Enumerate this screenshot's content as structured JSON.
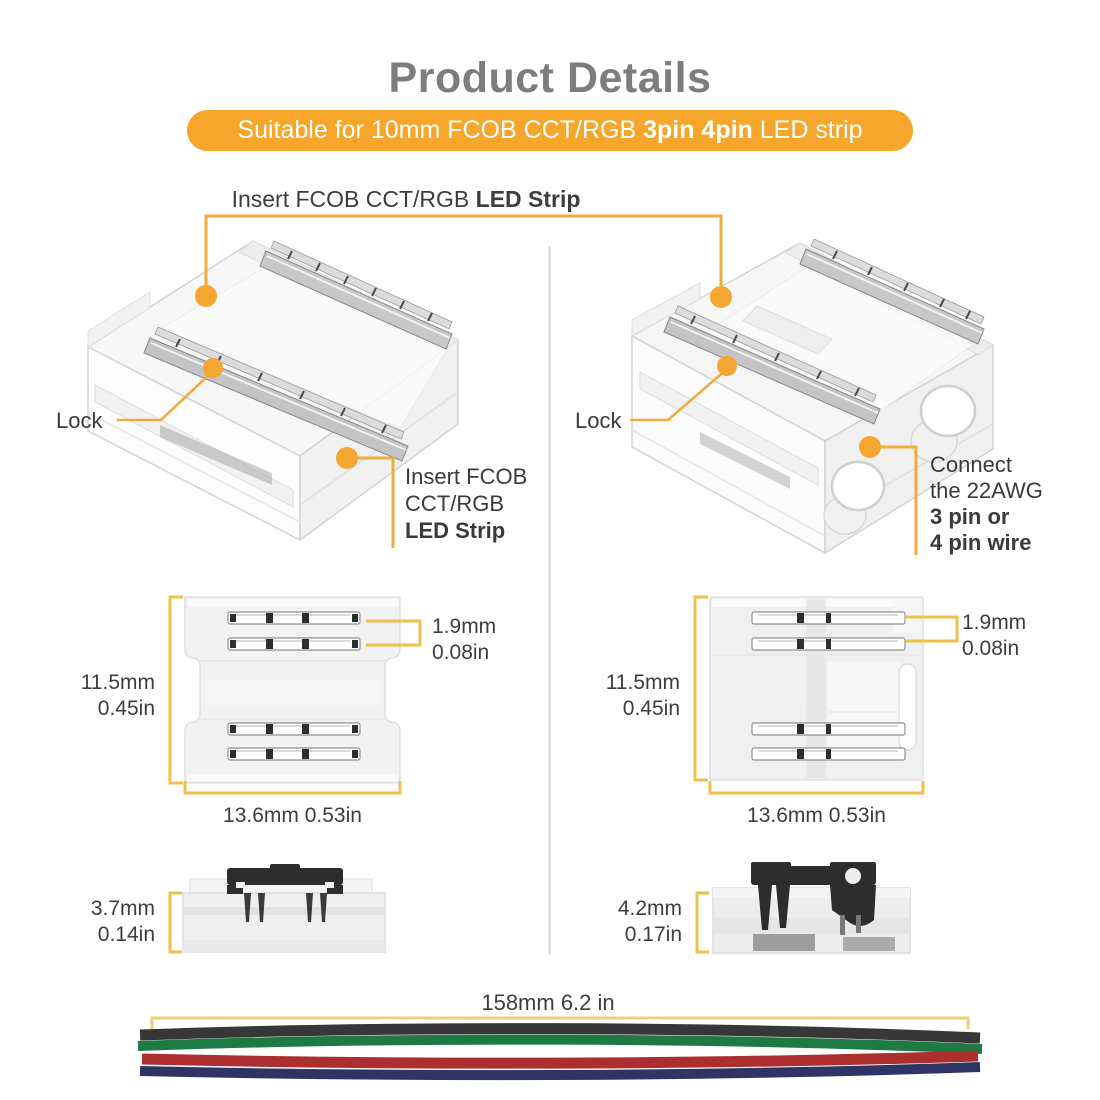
{
  "page": {
    "title": "Product Details"
  },
  "banner": {
    "prefix": "Suitable for 10mm FCOB CCT/RGB ",
    "bold": "3pin 4pin",
    "suffix": " LED strip"
  },
  "top_callout": {
    "prefix": "Insert FCOB CCT/RGB ",
    "bold": "LED Strip"
  },
  "left_connector": {
    "lock_label": "Lock",
    "insert_label": {
      "line1": "Insert FCOB",
      "line2": "CCT/RGB",
      "line3_bold": "LED Strip"
    }
  },
  "right_connector": {
    "lock_label": "Lock",
    "connect_label": {
      "line1": "Connect",
      "line2": "the 22AWG",
      "line3_bold": "3 pin or",
      "line4_bold": "4 pin wire"
    }
  },
  "left_diagram": {
    "height_mm": "11.5mm",
    "height_in": "0.45in",
    "gap_mm": "1.9mm",
    "gap_in": "0.08in",
    "width_label": "13.6mm 0.53in",
    "thickness_mm": "3.7mm",
    "thickness_in": "0.14in"
  },
  "right_diagram": {
    "height_mm": "11.5mm",
    "height_in": "0.45in",
    "gap_mm": "1.9mm",
    "gap_in": "0.08in",
    "width_label": "13.6mm 0.53in",
    "thickness_mm": "4.2mm",
    "thickness_in": "0.17in"
  },
  "wire": {
    "length_label": "158mm 6.2 in",
    "colors": [
      "#373737",
      "#1e7a44",
      "#ac2e2e",
      "#2e3564"
    ]
  },
  "colors": {
    "banner_orange": "#f6a72b",
    "dot_orange": "#f5a630",
    "callout_line_orange": "#f1aa3e",
    "dimension_line_yellow": "#efc04a",
    "wire_bracket_yellow": "#ebcf7d",
    "title_gray": "#7d7d7d",
    "text_dark": "#3d3d3d",
    "divider_gray": "#d6d6d6"
  }
}
